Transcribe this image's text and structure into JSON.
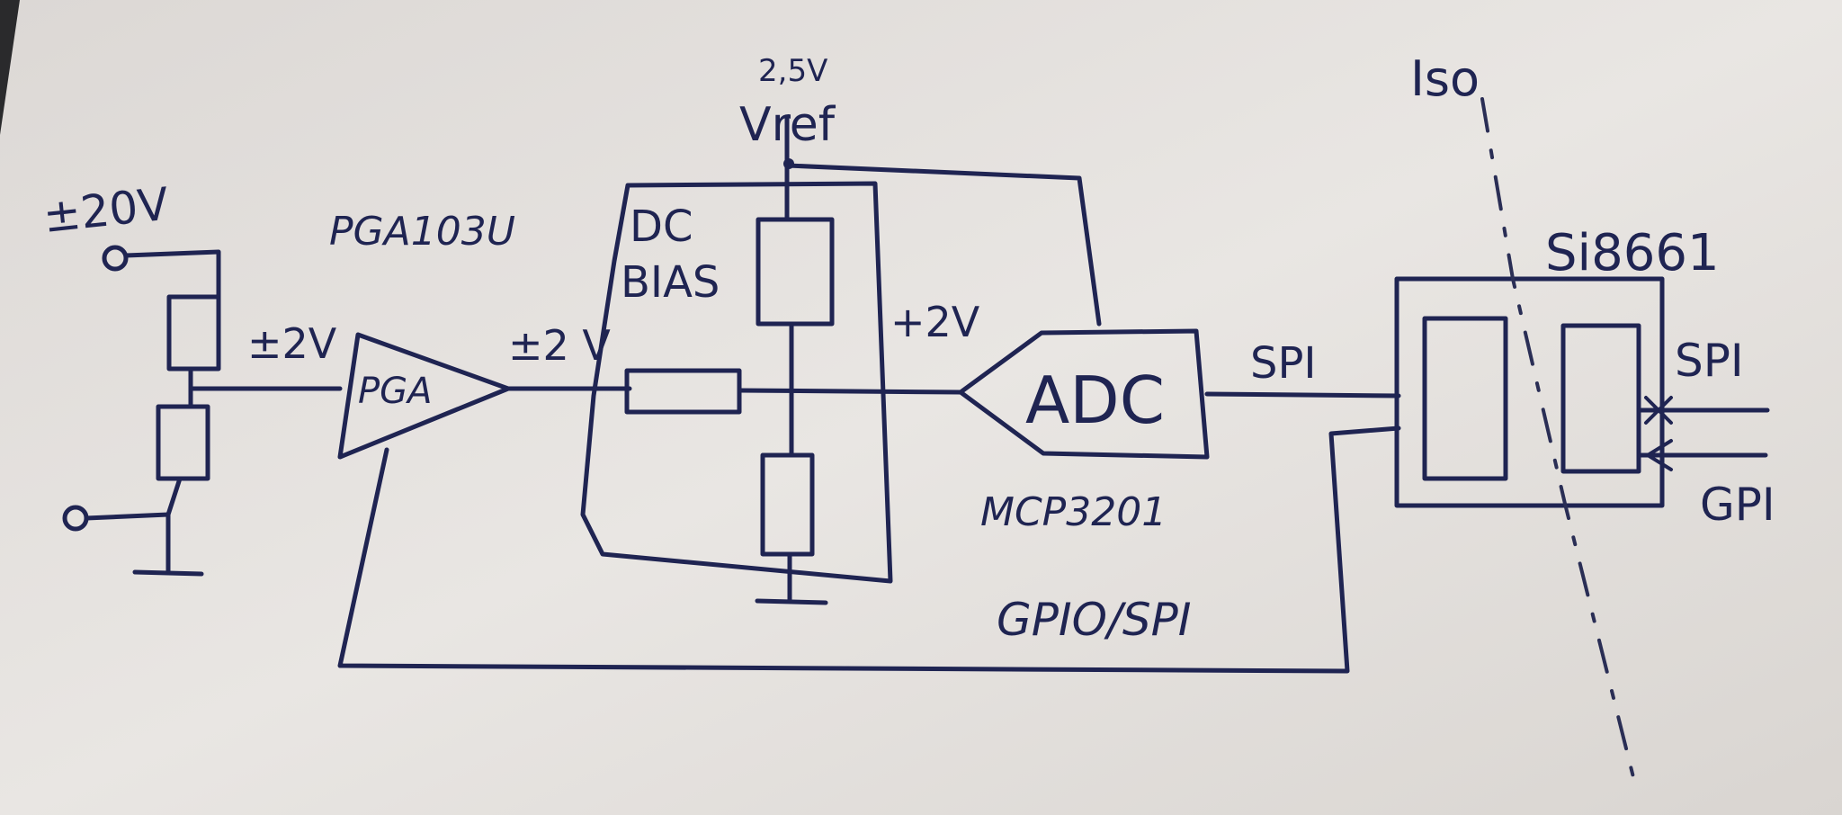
{
  "labels": {
    "input_voltage": "±20V",
    "pga_part": "PGA103U",
    "pga_in_voltage": "±2V",
    "pga_label": "PGA",
    "pga_out_voltage": "±2 V",
    "vref_voltage": "2,5V",
    "vref_label": "Vref",
    "dc_bias_line1": "DC",
    "dc_bias_line2": "BIAS",
    "adc_in_voltage": "+2V",
    "adc_label": "ADC",
    "adc_part": "MCP3201",
    "spi_left": "SPI",
    "iso_label": "Iso",
    "isolator_part": "Si8661",
    "spi_right": "SPI",
    "gpi_right": "GPI",
    "gpio_spi": "GPIO/SPI"
  }
}
